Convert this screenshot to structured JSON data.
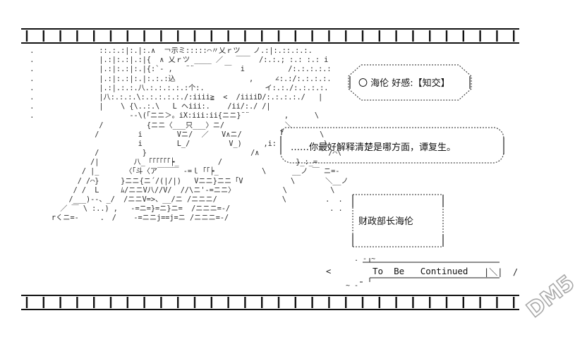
{
  "status_label": "〇 海伦 好感:【知交】",
  "speech_text": "……你最好解释清楚是哪方面，谭复生。",
  "title_label": "财政部长海伦",
  "ending_text": "To  Be   Continued",
  "ending_deco_left": "<",
  "ending_deco_right": "|＼|  /",
  "watermark_text": "DM5",
  "colors": {
    "ink": "#1a1a1a",
    "watermark": "#b8b8b8"
  },
  "ascii_art_lines": [
    "  .               ::.:.:|:.|:.∧  ￢示ミ:::::⌒〃乂ｒツ   ノ.:|:.::.:.:.",
    "  .               |.:|:.:|.:|{  ∧ 乂ｒツ ____ ／   ￣￣  /:.:.; :.: :.: i",
    "  .               |.:|:.:|:.|{:`- ,   ¨¨       ￣  i          /:.:.:.:.:",
    "  .               |.:|:.:|:.|:.:.:込                 ,     ∠:.:/:.:.:.:.",
    "  .               |.:|.:.:.八.:.:.:.:.:个:.              イ:.:./:.:.:.:.",
    "  .               |八:.:.:.\\:.:.:.:.:./:iiii≧  <  /iiiiD/:.:.:.:./   |",
    "  .               |    \\ {\\..:.\\   L ヘiii:.    /ii/:./ /|",
    "  .                      --\\(「ニニ＞。iX:iii:ii{ニニ}¨¨        ,      \\",
    "                  /          {ニニ〈___只___〉ニ/              ＼",
    "                 /         i        Vニ/  ／   V∧ニ/                  \\",
    "                           i        L_/         V_)     ,i:           \\",
    "                 /          }                        /∧                /⌒\\",
    "                /|        八_「「「「「「┝_         /                 }_:_=",
    "              / |_      〈「斗〈ア￣￣￣ -=ｌ「「┝_          \\      __ノ ￣ ニ=-",
    "             / /⌒}     }ニニ{ニ´/(|/|)   Vニニ}ニニ「V           \\       ＼__ノ",
    "            / /  L     ﾑ/ニニV八//V/  //\\ニ'-=ニニ〉           \\          \\",
    "           /___)--、_/  /ニニV=>、__/ニ /ニニニ/               \\         .  .",
    "         ／ ￣ \\ :..) ,   -=ニ=}=ニ}ニ=  /ニニニ=-/                       . .",
    "       rくニ=-     ． /    -=ニニj==j=ニ /ニニニ=-/"
  ]
}
